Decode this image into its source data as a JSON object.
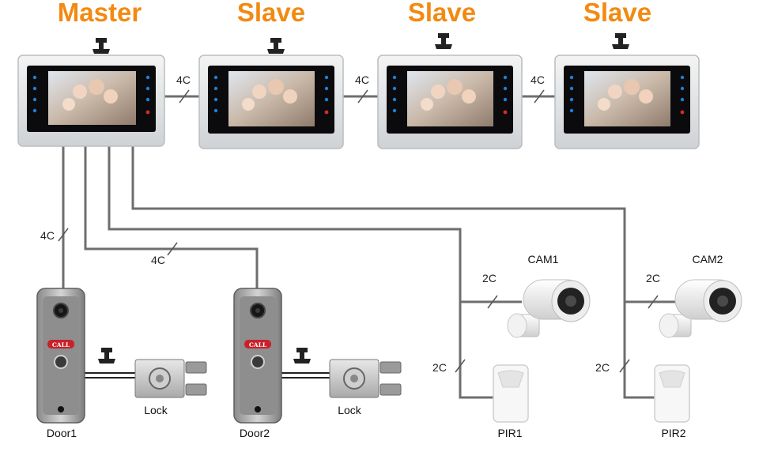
{
  "titles": {
    "master": "Master",
    "slave1": "Slave",
    "slave2": "Slave",
    "slave3": "Slave"
  },
  "wires": {
    "m_s1": "4C",
    "s1_s2": "4C",
    "s2_s3": "4C",
    "door1": "4C",
    "door2": "4C",
    "cam1": "2C",
    "cam2": "2C",
    "pir1": "2C",
    "pir2": "2C"
  },
  "labels": {
    "door1": "Door1",
    "door2": "Door2",
    "lock1": "Lock",
    "lock2": "Lock",
    "cam1": "CAM1",
    "cam2": "CAM2",
    "pir1": "PIR1",
    "pir2": "PIR2"
  },
  "panel": {
    "call1": "CALL",
    "call2": "CALL"
  },
  "colors": {
    "title": "#f28a12",
    "wire": "#6e6e6e",
    "call": "#c8212a",
    "screen_icons": "#1e7fd8"
  }
}
